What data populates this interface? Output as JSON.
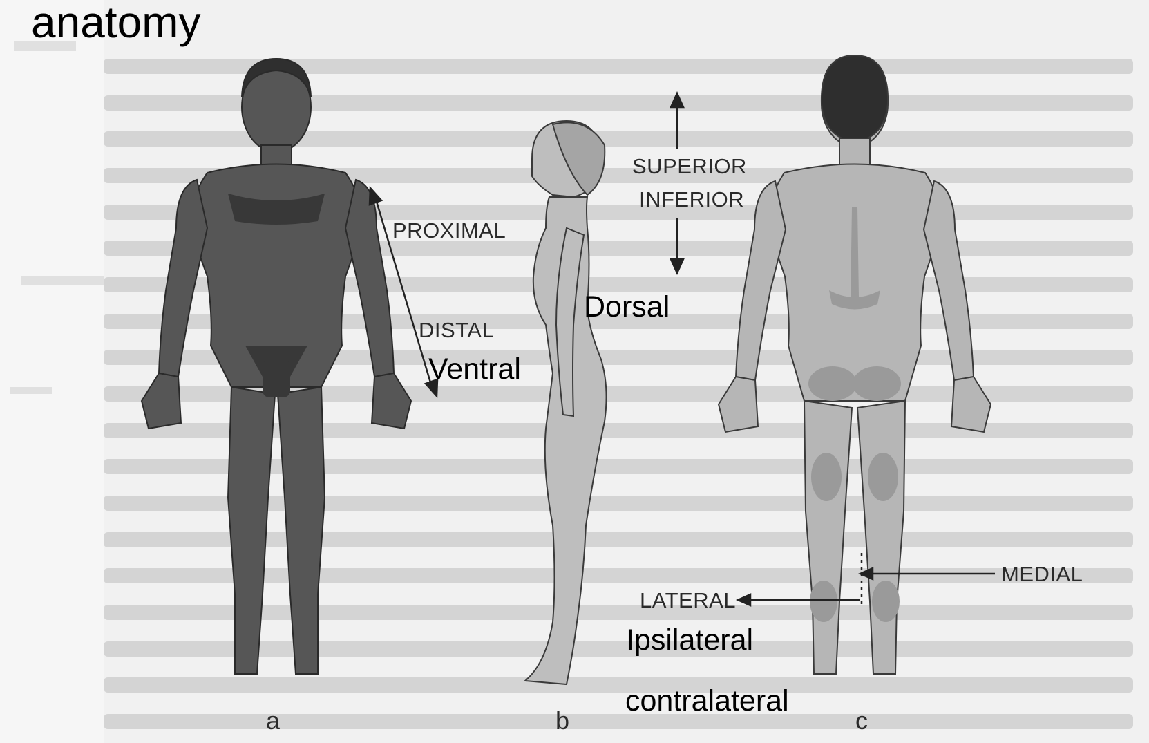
{
  "title": "anatomy",
  "overlay_labels": {
    "dorsal": "Dorsal",
    "ventral": "Ventral",
    "ipsilateral": "Ipsilateral",
    "contralateral": "contralateral"
  },
  "figure_labels": {
    "proximal": "PROXIMAL",
    "distal": "DISTAL",
    "superior": "SUPERIOR",
    "inferior": "INFERIOR",
    "medial": "MEDIAL",
    "lateral": "LATERAL"
  },
  "figure_letters": {
    "a": "a",
    "b": "b",
    "c": "c"
  },
  "colors": {
    "figure_a_fill": "#555555",
    "figure_a_shade": "#333333",
    "figure_b_fill": "#bdbdbd",
    "figure_c_fill": "#b5b5b5",
    "figure_c_hair": "#2e2e2e",
    "arrow": "#222222",
    "background_text": "#c4c4c4"
  }
}
